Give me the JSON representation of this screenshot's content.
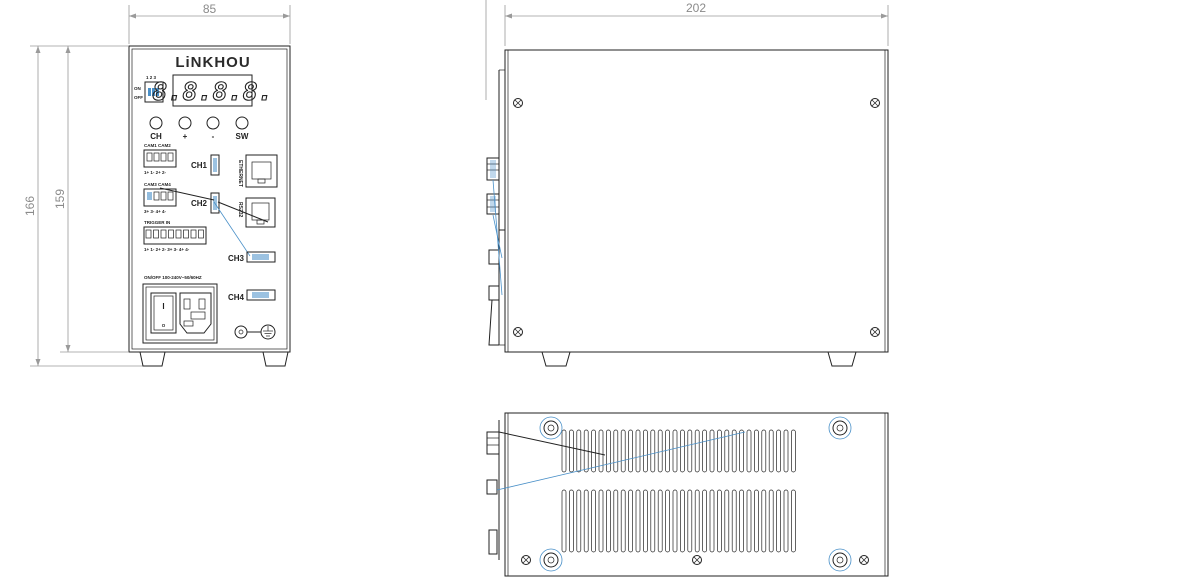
{
  "dimensions": {
    "front_width": "85",
    "front_height_overall": "166",
    "front_height_body": "159",
    "side_length": "202"
  },
  "front_panel": {
    "brand": "LiNKHOU",
    "display": "8.8.8.8.",
    "dip_numbers": "1 2 3",
    "dip_on": "ON",
    "dip_off": "OFF",
    "buttons": [
      "CH",
      "+",
      "-",
      "SW"
    ],
    "cam_top_label": "CAM1  CAM2",
    "cam_top_pins": "1+  1-  2+  2-",
    "cam_bottom_label": "CAM3  CAM4",
    "cam_bottom_pins": "3+  3-  4+  4-",
    "trigger_label": "TRIGGER  IN",
    "trigger_pins": "1+ 1- 2+ 2- 3+ 3- 4+ 4-",
    "ethernet_label": "ETHERNET",
    "rs232_label": "RS232",
    "channels": [
      "CH1",
      "CH2",
      "CH3",
      "CH4"
    ],
    "power_label": "ON/OFF  100-240V~50/60HZ",
    "switch_on_mark": "I",
    "switch_off_mark": "O"
  },
  "colors": {
    "line": "#222222",
    "dimension": "#9a9a9a",
    "cable": "#4a90c8"
  }
}
